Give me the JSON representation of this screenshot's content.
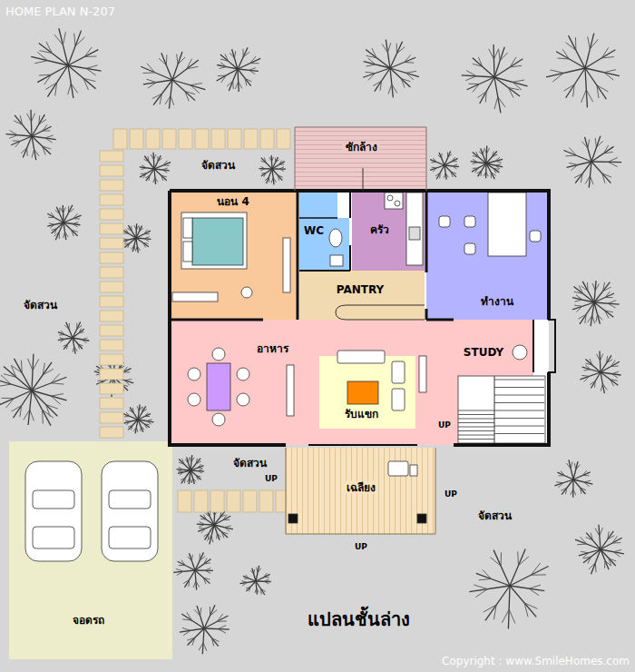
{
  "diagram": {
    "title": "HOME PLAN N-207",
    "caption": "แปลนชั้นล่าง",
    "nodes": [
      {
        "text": [
          "ซักล้าง"
        ]
      },
      {
        "text": [
          "นอน 4"
        ]
      },
      {
        "text": [
          "WC"
        ]
      },
      {
        "text": [
          "ครัว"
        ]
      },
      {
        "text": [
          "ทำงาน"
        ]
      },
      {
        "text": [
          "PANTRY"
        ]
      },
      {
        "text": [
          "อาหาร",
          "STUDY"
        ]
      },
      {
        "text": [
          "รับแขก"
        ],
        "in": 6
      },
      {
        "text": [
          "เฉลียง"
        ]
      },
      {
        "text": [
          "จอดรถ"
        ]
      }
    ],
    "labels": [
      "จัดสวน",
      "จัดสวน",
      "จัดสวน",
      "จัดสวน",
      "UP",
      "UP",
      "UP",
      "UP",
      "Copyright : www.SmileHomes.com"
    ]
  }
}
